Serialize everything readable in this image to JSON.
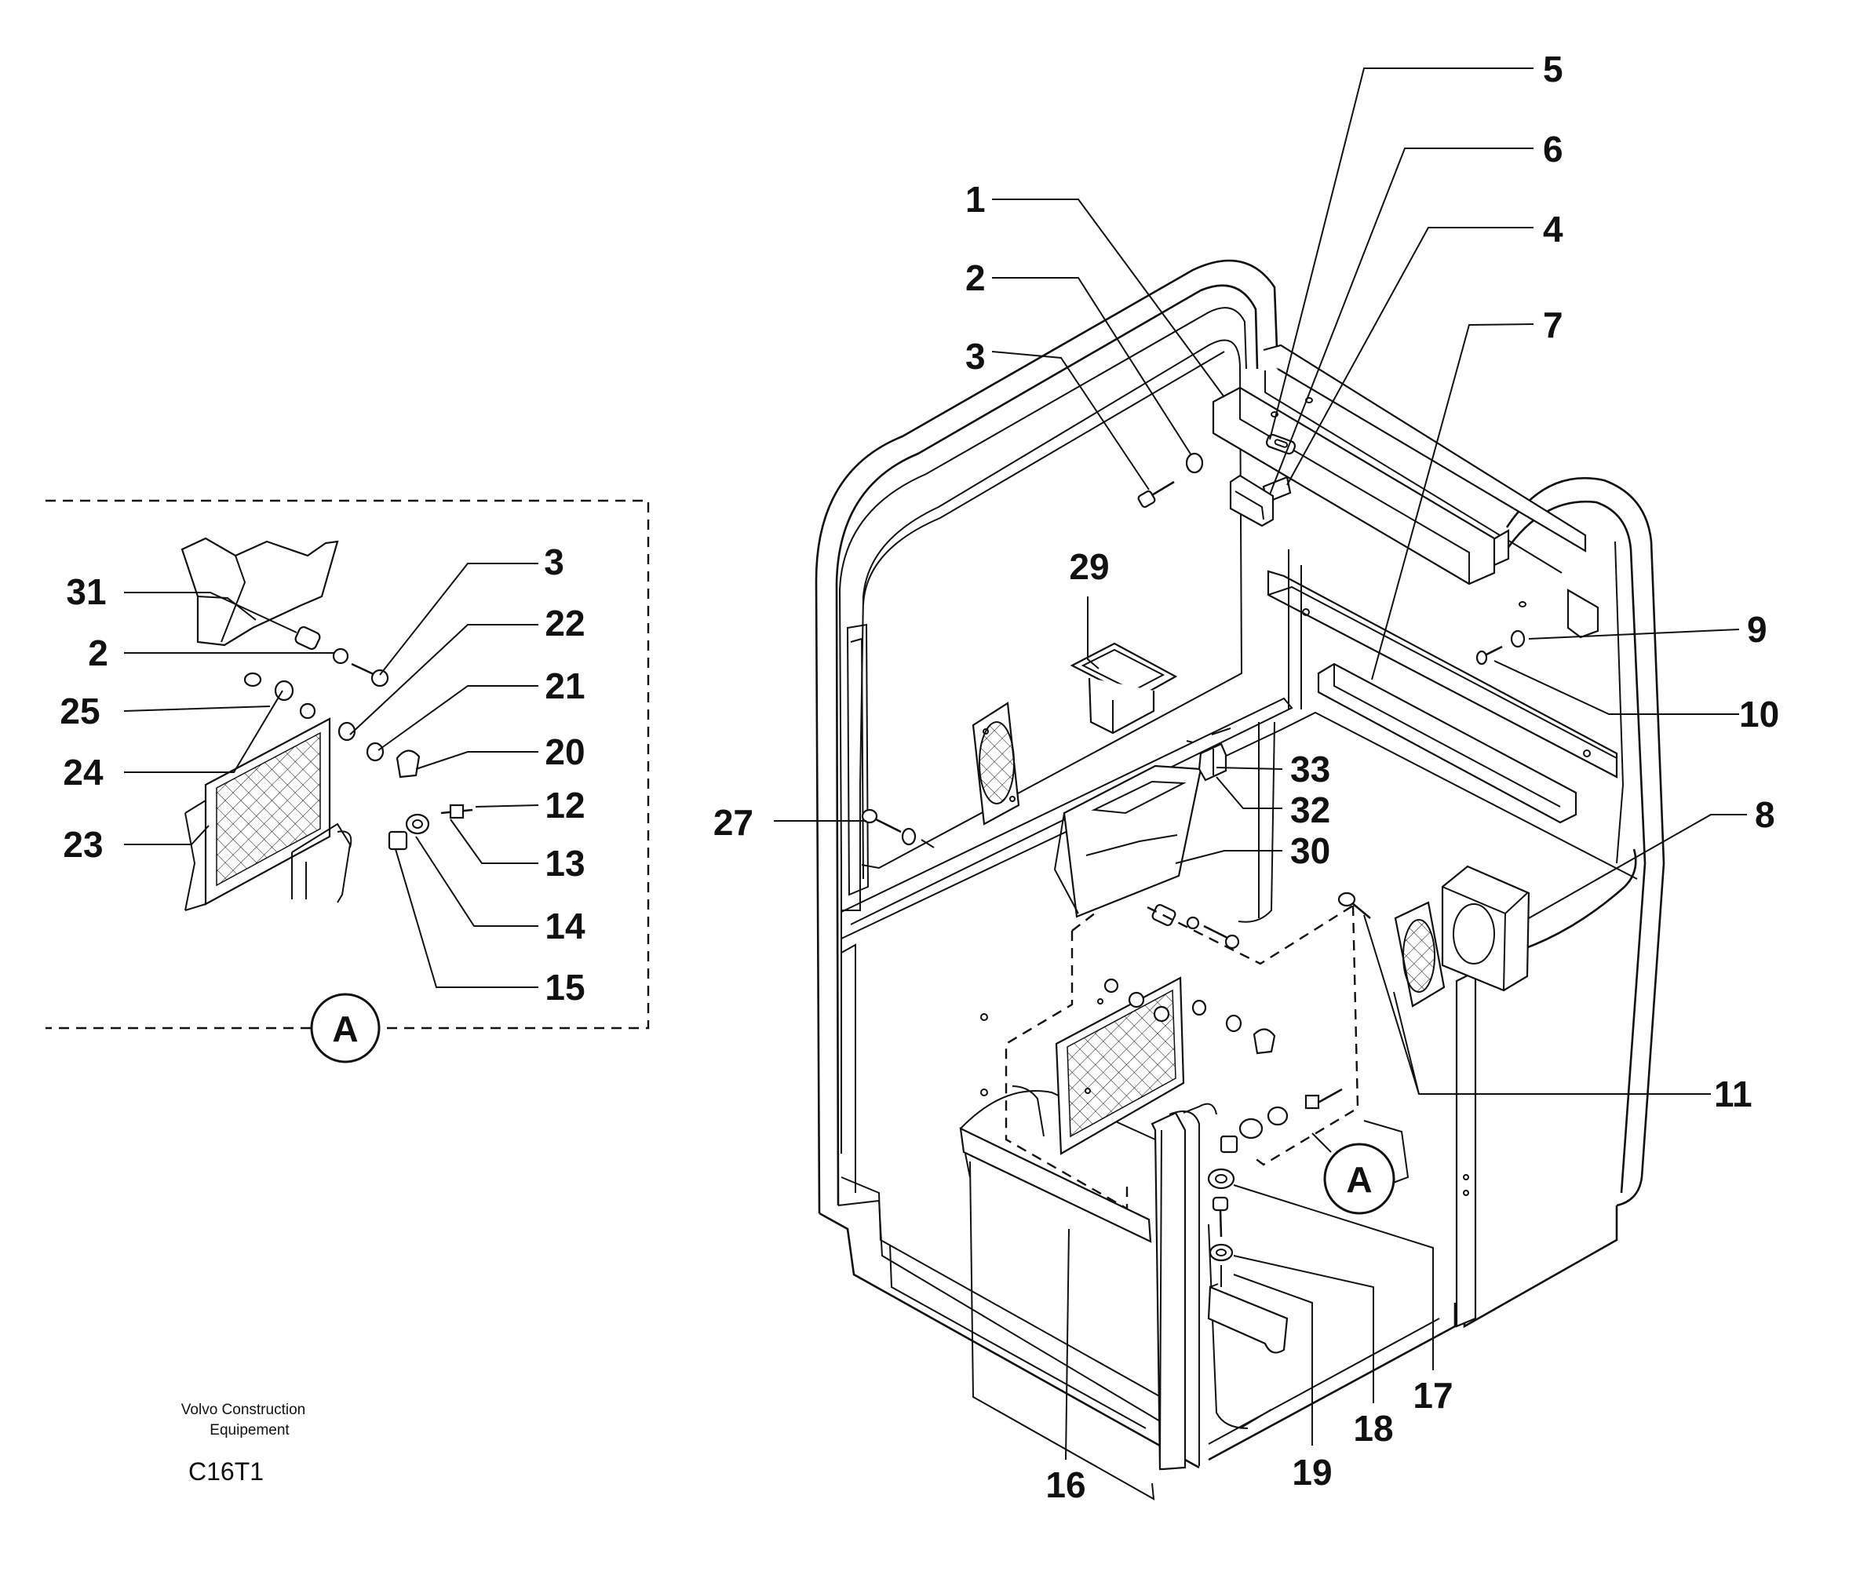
{
  "labels": {
    "n1": "1",
    "n2": "2",
    "n3": "3",
    "n4": "4",
    "n5": "5",
    "n6": "6",
    "n7": "7",
    "n8": "8",
    "n9": "9",
    "n10": "10",
    "n11": "11",
    "n16": "16",
    "n17": "17",
    "n18": "18",
    "n19": "19",
    "n27": "27",
    "n29": "29",
    "n30": "30",
    "n32": "32",
    "n33": "33",
    "d31": "31",
    "d2": "2",
    "d3": "3",
    "d22": "22",
    "d21": "21",
    "d20": "20",
    "d25": "25",
    "d24": "24",
    "d23": "23",
    "d12": "12",
    "d13": "13",
    "d14": "14",
    "d15": "15"
  },
  "detail_mark": "A",
  "footer": {
    "company_line1": "Volvo Construction",
    "company_line2": "Equipement",
    "code": "C16T1"
  }
}
